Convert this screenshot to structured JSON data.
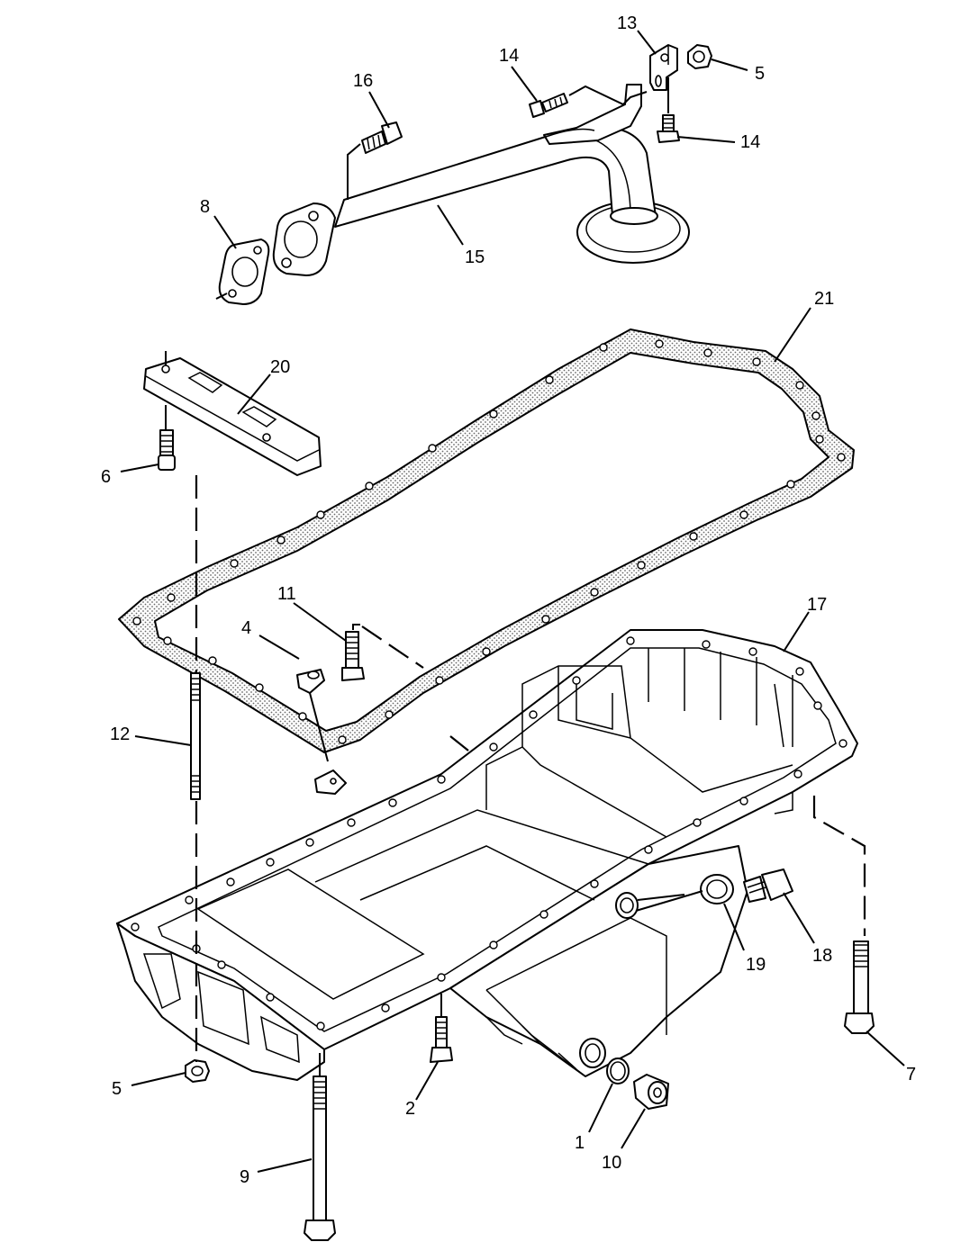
{
  "diagram": {
    "colors": {
      "line": "#000000",
      "background": "#ffffff",
      "gasket_fill": "#d8d8d8"
    },
    "callouts": [
      {
        "id": "c13",
        "text": "13"
      },
      {
        "id": "c14a",
        "text": "14"
      },
      {
        "id": "c5a",
        "text": "5"
      },
      {
        "id": "c16",
        "text": "16"
      },
      {
        "id": "c14b",
        "text": "14"
      },
      {
        "id": "c8",
        "text": "8"
      },
      {
        "id": "c15",
        "text": "15"
      },
      {
        "id": "c21",
        "text": "21"
      },
      {
        "id": "c20",
        "text": "20"
      },
      {
        "id": "c6",
        "text": "6"
      },
      {
        "id": "c11",
        "text": "11"
      },
      {
        "id": "c17",
        "text": "17"
      },
      {
        "id": "c4",
        "text": "4"
      },
      {
        "id": "c12",
        "text": "12"
      },
      {
        "id": "c19",
        "text": "19"
      },
      {
        "id": "c18",
        "text": "18"
      },
      {
        "id": "c7",
        "text": "7"
      },
      {
        "id": "c5b",
        "text": "5"
      },
      {
        "id": "c2",
        "text": "2"
      },
      {
        "id": "c1",
        "text": "1"
      },
      {
        "id": "c10",
        "text": "10"
      },
      {
        "id": "c9",
        "text": "9"
      }
    ]
  }
}
